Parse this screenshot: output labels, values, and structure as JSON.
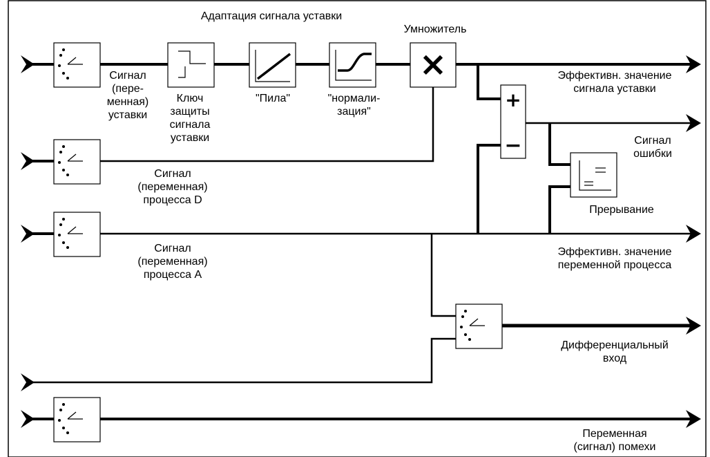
{
  "diagram": {
    "labels": {
      "adaptation": "Адаптация сигнала уставки",
      "multiplier": "Умножитель",
      "setpoint_signal": "Сигнал\n(пере-\nменная)\nуставки",
      "protection_key": "Ключ\nзащиты\nсигнала\nуставки",
      "ramp": "\"Пила\"",
      "normalization": "\"нормали-\nзация\"",
      "effective_setpoint": "Эффективн. значение\nсигнала уставки",
      "error_signal": "Сигнал\nошибки",
      "interrupt": "Прерывание",
      "process_d": "Сигнал\n(переменная)\nпроцесса D",
      "process_a": "Сигнал\n(переменная)\nпроцесса A",
      "effective_process": "Эффективн. значение\nпеременной процесса",
      "differential": "Дифференциальный\nвход",
      "disturbance": "Переменная\n(сигнал) помехи"
    },
    "symbols": {
      "multiply": "×",
      "plus": "+",
      "minus": "−"
    }
  }
}
